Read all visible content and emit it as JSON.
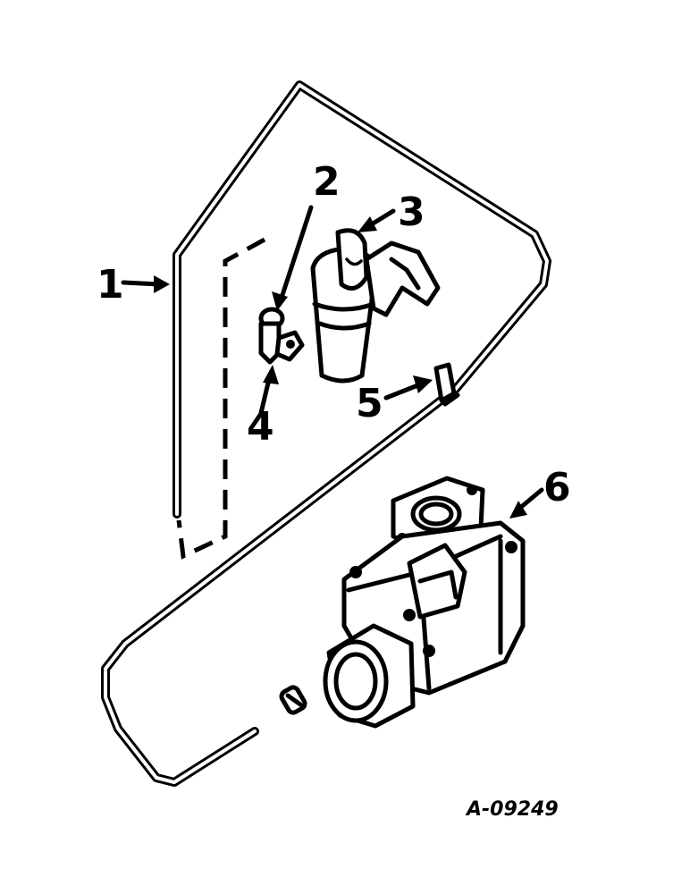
{
  "callouts": [
    {
      "id": "1",
      "label": "1"
    },
    {
      "id": "2",
      "label": "2"
    },
    {
      "id": "3",
      "label": "3"
    },
    {
      "id": "4",
      "label": "4"
    },
    {
      "id": "5",
      "label": "5"
    },
    {
      "id": "6",
      "label": "6"
    }
  ],
  "figure_ref": "A-09249"
}
